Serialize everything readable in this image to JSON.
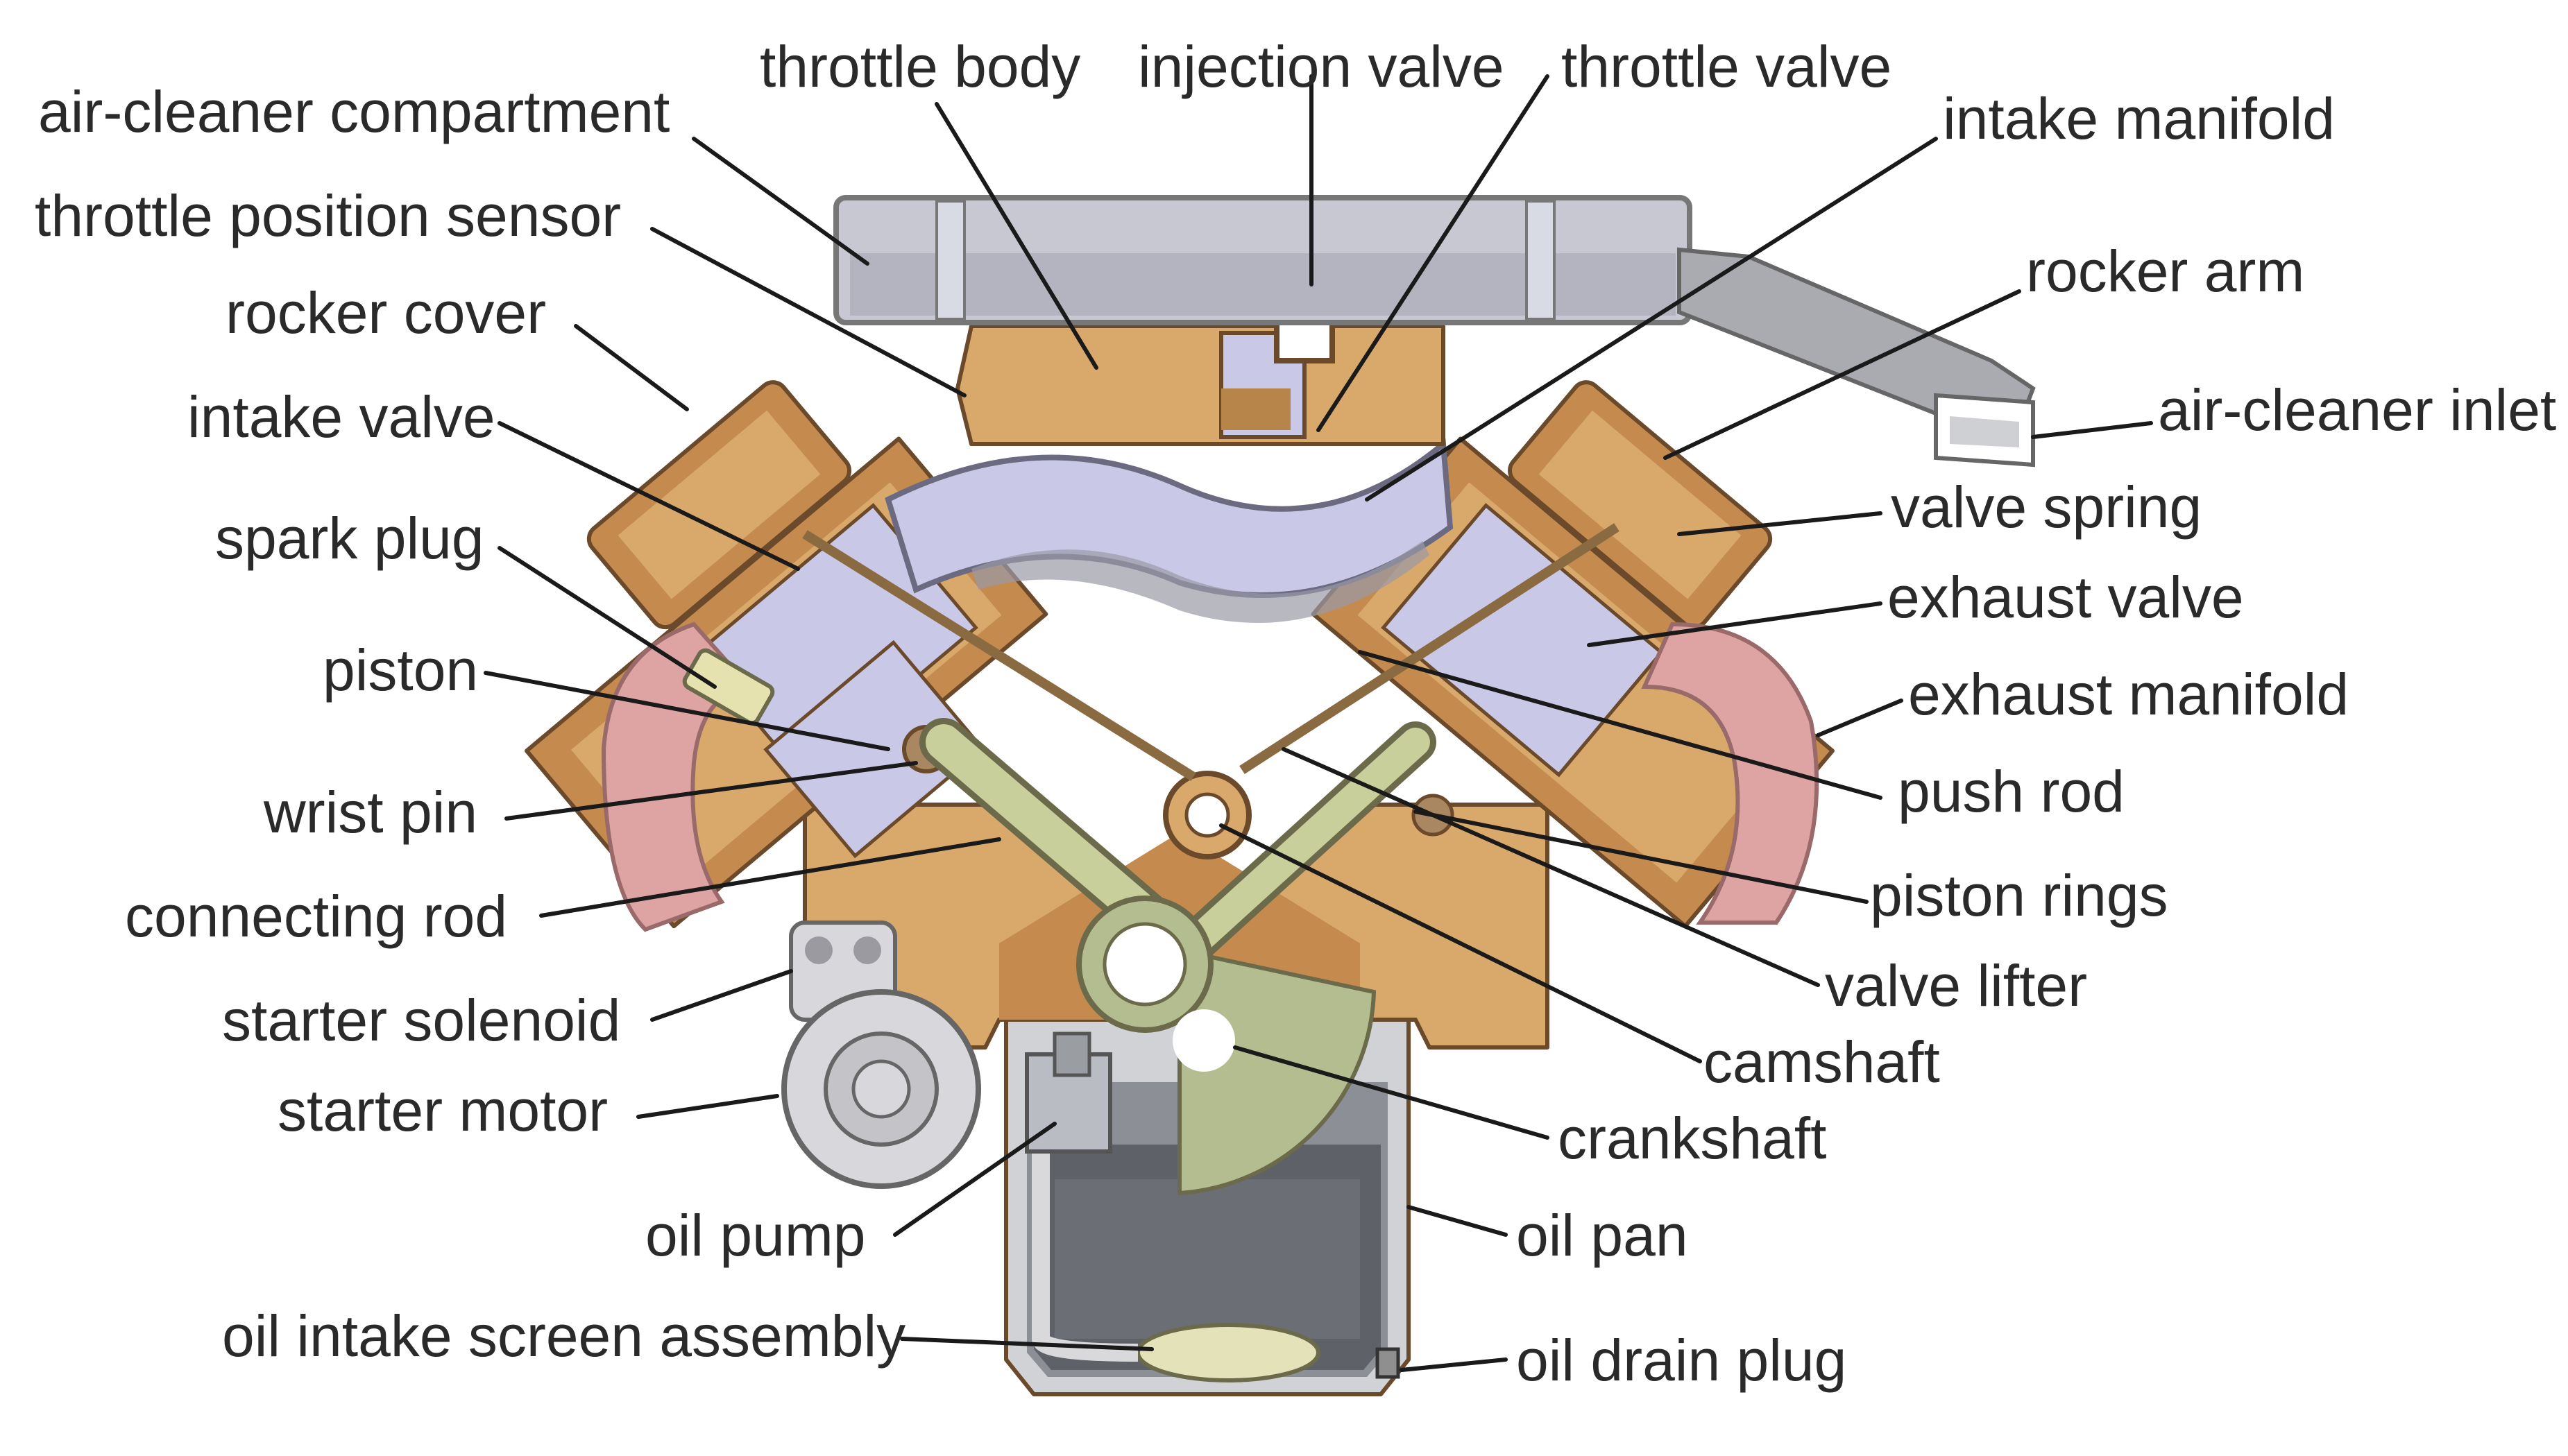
{
  "labels": {
    "air_cleaner_compartment": "air-cleaner compartment",
    "throttle_body": "throttle body",
    "injection_valve": "injection valve",
    "throttle_valve": "throttle valve",
    "intake_manifold": "intake manifold",
    "throttle_position_sensor": "throttle position sensor",
    "rocker_arm": "rocker arm",
    "rocker_cover": "rocker cover",
    "air_cleaner_inlet": "air-cleaner inlet",
    "intake_valve": "intake valve",
    "valve_spring": "valve spring",
    "spark_plug": "spark plug",
    "exhaust_valve": "exhaust valve",
    "piston": "piston",
    "exhaust_manifold": "exhaust manifold",
    "push_rod": "push rod",
    "wrist_pin": "wrist pin",
    "connecting_rod": "connecting rod",
    "piston_rings": "piston rings",
    "valve_lifter": "valve lifter",
    "starter_solenoid": "starter solenoid",
    "camshaft": "camshaft",
    "starter_motor": "starter motor",
    "crankshaft": "crankshaft",
    "oil_pump": "oil pump",
    "oil_pan": "oil pan",
    "oil_intake_screen_assembly": "oil intake screen assembly",
    "oil_drain_plug": "oil drain plug"
  },
  "colors": {
    "block": "#d9a96b",
    "block_dark": "#b7844a",
    "head": "#c48a4e",
    "cylinder": "#c9c8e6",
    "manifold_intake": "#c9c8e6",
    "air_box": "#c8c8d2",
    "exhaust": "#dea3a3",
    "crank_green": "#b4bd8f",
    "oil_pan": "#8c9096",
    "oil": "#5e6268",
    "steel": "#d8d8dc"
  }
}
